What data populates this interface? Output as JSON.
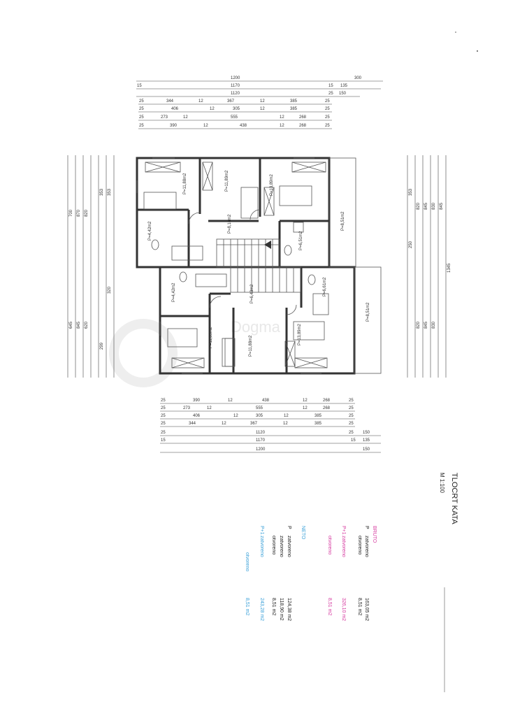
{
  "plan": {
    "title": "TLOCRT KATA",
    "scale": "M 1:100"
  },
  "dims_top": {
    "row1": [
      "1200",
      "300"
    ],
    "row2": [
      "15",
      "1170",
      "15",
      "135"
    ],
    "row3": [
      "1120",
      "25",
      "150"
    ],
    "row4": [
      "25",
      "344",
      "12",
      "367",
      "12",
      "385",
      "25"
    ],
    "row5": [
      "25",
      "406",
      "12",
      "305",
      "12",
      "385",
      "25"
    ],
    "row6": [
      "25",
      "273",
      "12",
      "555",
      "12",
      "268",
      "25"
    ],
    "row7": [
      "25",
      "390",
      "12",
      "438",
      "12",
      "268",
      "25"
    ]
  },
  "dims_bottom": {
    "row1": [
      "25",
      "390",
      "12",
      "438",
      "12",
      "268",
      "25"
    ],
    "row2": [
      "25",
      "273",
      "12",
      "555",
      "12",
      "268",
      "25"
    ],
    "row3": [
      "25",
      "406",
      "12",
      "305",
      "12",
      "385",
      "25"
    ],
    "row4": [
      "25",
      "344",
      "12",
      "367",
      "12",
      "385",
      "25"
    ],
    "row5": [
      "25",
      "1120",
      "25",
      "150"
    ],
    "row6": [
      "15",
      "1170",
      "15",
      "135"
    ],
    "row7": [
      "1200",
      "150"
    ]
  },
  "dims_left": [
    "700",
    "870",
    "820",
    "645",
    "845",
    "620",
    "353",
    "299",
    "320",
    "353"
  ],
  "dims_right": [
    "353",
    "820",
    "845",
    "830",
    "845",
    "250",
    "1345",
    "845",
    "830",
    "820"
  ],
  "rooms": {
    "r1": "P=11,88m2",
    "r2": "P=11,89m2",
    "r3": "P=13,89m2",
    "r4": "P=4,42m2",
    "r5": "P=8,18m2",
    "r6": "P=6,51m2",
    "r7": "P=8,51m2",
    "r8": "P=4,42m2",
    "r9": "P=6,43m2",
    "r10": "P=6,61m2",
    "r11": "P=11,89m2",
    "r12": "P=11,88m2",
    "r13": "P=13,89m2",
    "r14": "P=8,51m2"
  },
  "legend": {
    "bruto": {
      "heading": "BRUTO",
      "p_label": "P",
      "p_row1_name": "zatvoreno",
      "p_row1_value": "163,05 m2",
      "p_row2_name": "otvoreno",
      "p_row2_value": "8,51 m2",
      "p1_label": "P+1",
      "p1_row1_name": "zatvoreno",
      "p1_row1_value": "326,10 m2",
      "p1_row2_name": "otvoreno",
      "p1_row2_value": "8,51 m2"
    },
    "neto": {
      "heading": "NETO",
      "p_label": "P",
      "p_row1_name": "zatvoreno",
      "p_row1_value": "124,38 m2",
      "p_row2_name": "zatvoreno",
      "p_row2_value": "118,90 m2",
      "p_row3_name": "otvoreno",
      "p_row3_value": "8,51 m2",
      "p1_label": "P+1",
      "p1_row1_name": "zatvoreno",
      "p1_row1_value": "243,28 m2",
      "p1_row2_name": "otvoreno",
      "p1_row2_value": "8,51 m2"
    },
    "colors": {
      "bruto": "#d63ba0",
      "neto": "#3aa0d8",
      "text": "#222222"
    }
  },
  "watermark": "Dogma"
}
